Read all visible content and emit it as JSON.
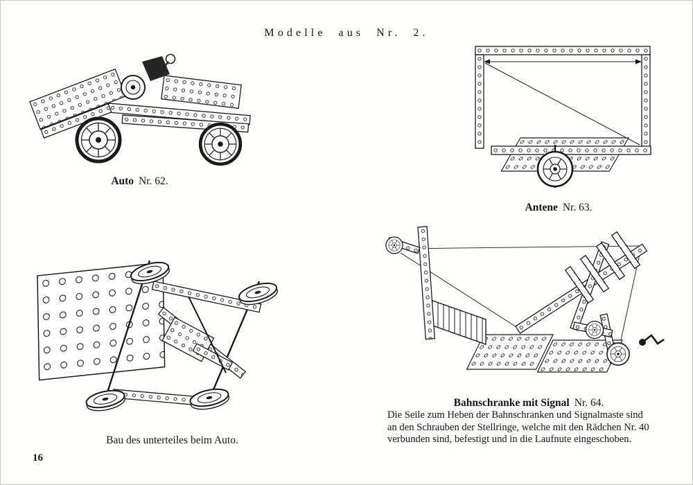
{
  "page": {
    "title": "Modelle aus Nr. 2.",
    "page_number": "16"
  },
  "figures": {
    "auto": {
      "name": "Auto",
      "number": "Nr. 62."
    },
    "antene": {
      "name": "Antene",
      "number": "Nr. 63."
    },
    "unterteil": {
      "caption": "Bau des unterteiles beim Auto."
    },
    "bahnschranke": {
      "name": "Bahnschranke mit Signal",
      "number": "Nr. 64.",
      "description_lines": [
        "Die Seile zum Heben der Bahnschranken und Signalmaste sind",
        "an den Schrauben der Stellringe, welche mit den Rädchen Nr. 40",
        "verbunden sind, befestigt und in die Laufnute eingeschoben."
      ]
    }
  }
}
